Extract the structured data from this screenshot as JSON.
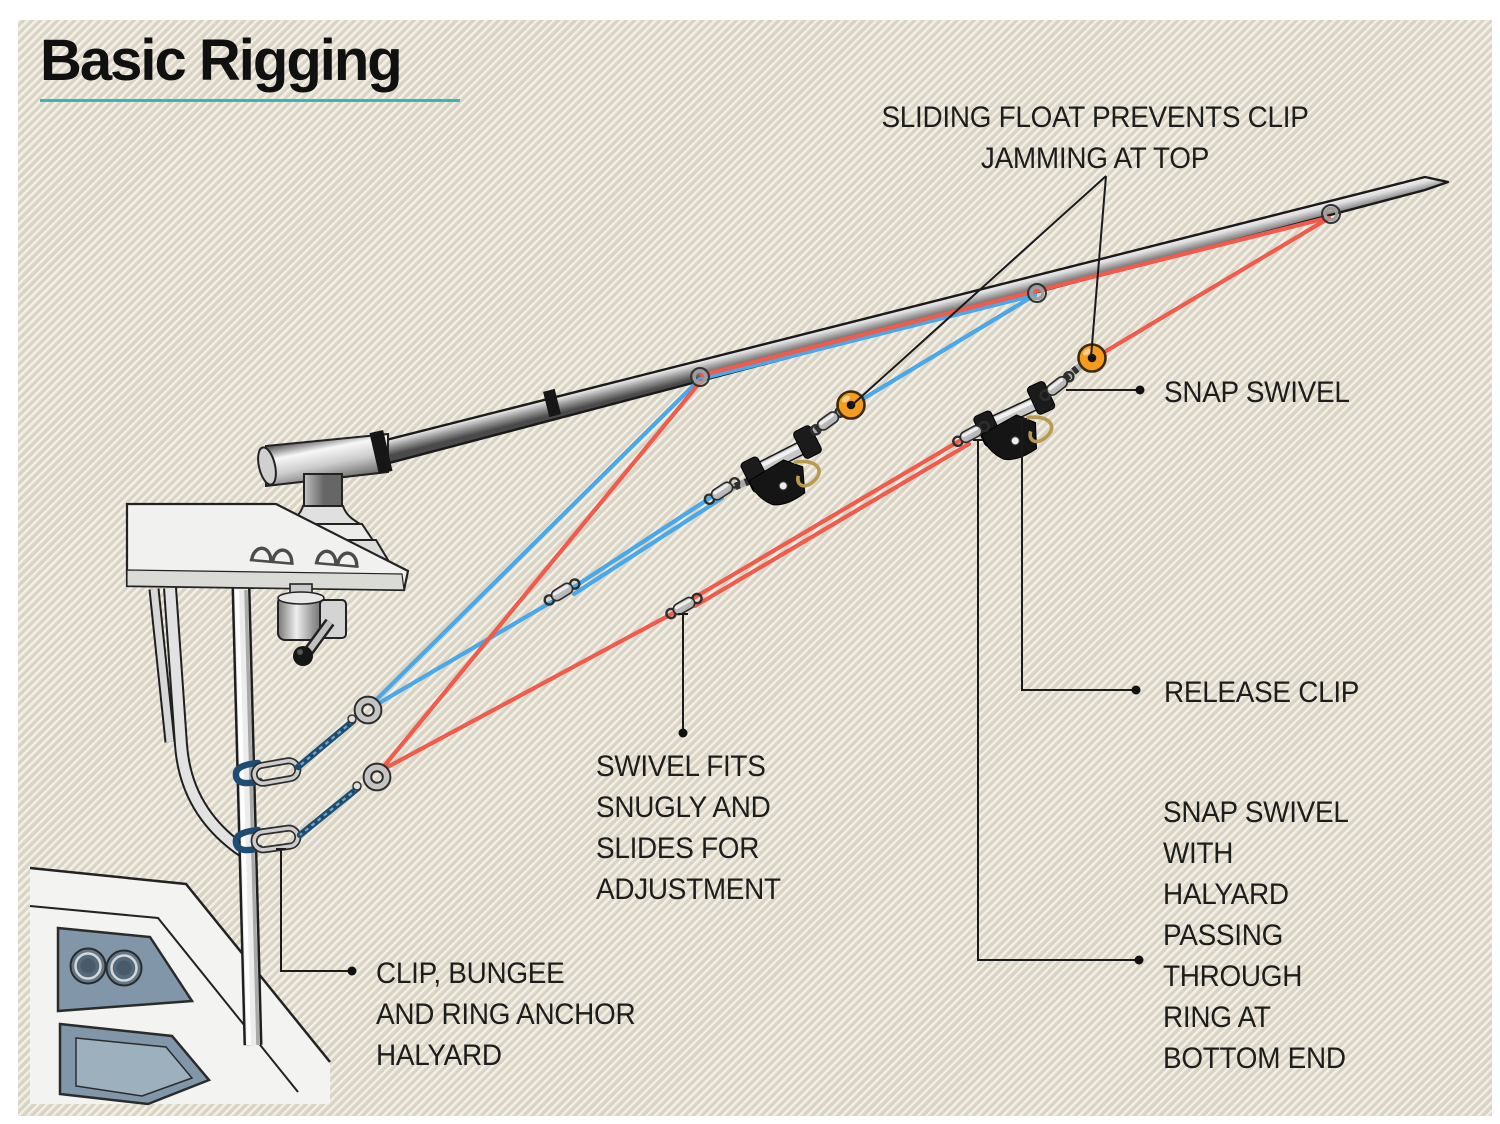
{
  "title": "Basic Rigging",
  "labels": {
    "sliding_float": "SLIDING FLOAT PREVENTS CLIP\nJAMMING AT TOP",
    "snap_swivel": "SNAP SWIVEL",
    "release_clip": "RELEASE CLIP",
    "swivel_adjustment": "SWIVEL FITS\nSNUGLY AND\nSLIDES FOR\nADJUSTMENT",
    "snap_swivel_bottom": "SNAP SWIVEL\nWITH\nHALYARD\nPASSING\nTHROUGH\nRING AT\nBOTTOM END",
    "clip_bungee": "CLIP, BUNGEE\nAND RING ANCHOR\nHALYARD"
  },
  "colors": {
    "accent_teal": "#35b7b7",
    "halyard_blue": "#4aa7e8",
    "halyard_red": "#f15b4c",
    "float_orange": "#f59b1e",
    "bungee_navy": "#1d4d72",
    "ink": "#1d1d1b",
    "paper_beige": "#e2ddd0"
  },
  "diagram": {
    "parts": [
      "outrigger-pole",
      "pole-holder",
      "mount-platform",
      "locking-collar",
      "release-clip",
      "sliding-float",
      "snap-swivel",
      "barrel-swivel",
      "anchor-ring",
      "bungee-cord",
      "carabiner-clip",
      "guide-ring",
      "boat-hardtop",
      "halyard-loop-blue",
      "halyard-loop-red"
    ]
  }
}
